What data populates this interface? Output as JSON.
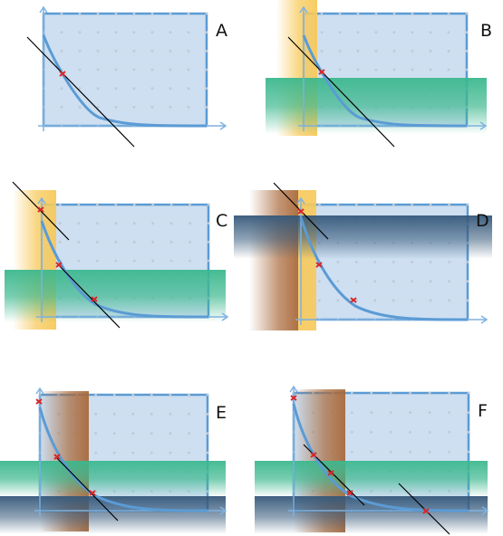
{
  "colors": {
    "region_fill": "#cddff1",
    "region_stroke": "#5b9bd5",
    "axis": "#7fb2e0",
    "curve": "#5b9bd5",
    "grid_dot": "#c2c9d2",
    "point": "#d62828",
    "band_green": "#3cb88e",
    "band_yellow": "#f7c95a",
    "band_brown": "#a9693a",
    "band_slate": "#35587a",
    "cut_line": "#000000",
    "letter": "#111111"
  },
  "panels": [
    {
      "label": "A",
      "bands": []
    },
    {
      "label": "B",
      "bands": [
        "yellow-vertical",
        "green-horizontal"
      ]
    },
    {
      "label": "C",
      "bands": [
        "yellow-vertical",
        "green-horizontal"
      ]
    },
    {
      "label": "D",
      "bands": [
        "brown-vertical",
        "yellow-vertical",
        "slate-horizontal"
      ]
    },
    {
      "label": "E",
      "bands": [
        "brown-vertical",
        "green-horizontal",
        "slate-horizontal"
      ]
    },
    {
      "label": "F",
      "bands": [
        "brown-vertical",
        "green-horizontal",
        "slate-horizontal"
      ]
    }
  ]
}
